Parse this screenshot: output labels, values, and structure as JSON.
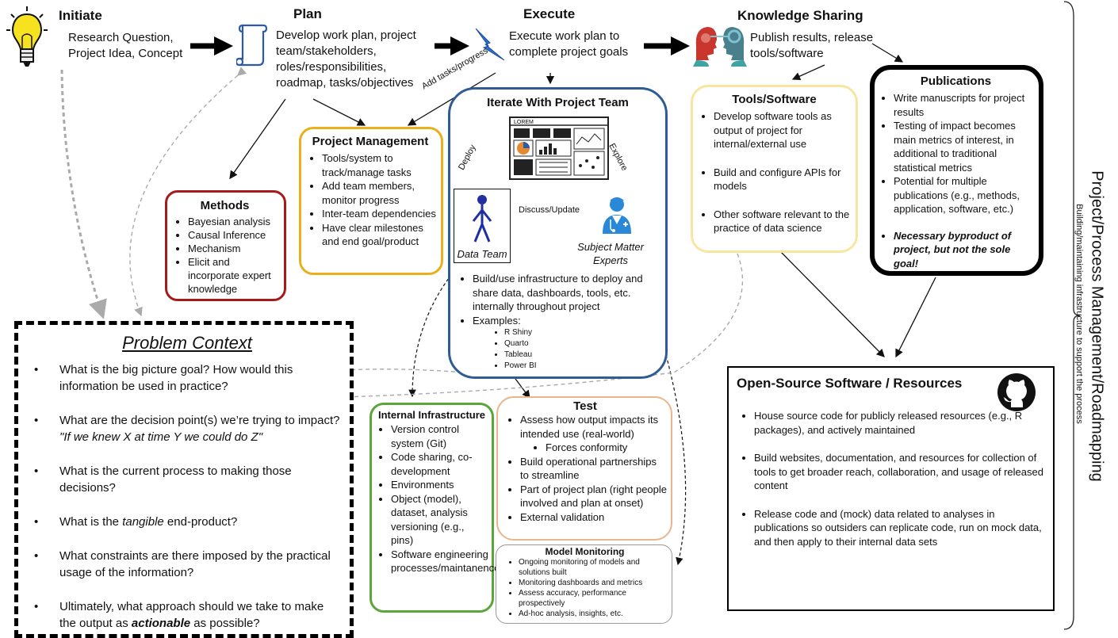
{
  "stages": {
    "initiate": {
      "title": "Initiate",
      "text": "Research Question, Project Idea, Concept"
    },
    "plan": {
      "title": "Plan",
      "text": "Develop work plan, project team/stakeholders, roles/responsibilities, roadmap, tasks/objectives"
    },
    "execute": {
      "title": "Execute",
      "text": "Execute work plan to complete project goals"
    },
    "knowledge": {
      "title": "Knowledge Sharing",
      "text": "Publish results, release tools/software"
    }
  },
  "side": {
    "main": "Project/Process Management/Roadmapping",
    "sub": "Building/maintaining infrastructure to support the process"
  },
  "edge_labels": {
    "add_tasks": "Add tasks/progress",
    "deploy": "Deploy",
    "explore": "Explore",
    "discuss": "Discuss/Update"
  },
  "methods": {
    "title": "Methods",
    "items": [
      "Bayesian analysis",
      "Causal Inference",
      "Mechanism",
      "Elicit and incorporate expert knowledge"
    ]
  },
  "project_management": {
    "title": "Project Management",
    "items": [
      "Tools/system to track/manage tasks",
      "Add team members, monitor progress",
      "Inter-team dependencies",
      "Have clear milestones and end goal/product"
    ]
  },
  "iterate": {
    "title": "Iterate With Project Team",
    "dashboard_label": "LOREM",
    "data_team": "Data Team",
    "sme": "Subject Matter Experts",
    "items": [
      "Build/use infrastructure to deploy and share data, dashboards, tools, etc. internally throughout project",
      "Examples:"
    ],
    "examples": [
      "R Shiny",
      "Quarto",
      "Tableau",
      "Power BI"
    ]
  },
  "tools": {
    "title": "Tools/Software",
    "items": [
      "Develop software tools as output of project for internal/external use",
      "Build and configure APIs for models",
      "Other software relevant to the practice of data science"
    ]
  },
  "publications": {
    "title": "Publications",
    "items": [
      "Write manuscripts for project results",
      "Testing of impact becomes main metrics of interest, in additional to traditional statistical metrics",
      "Potential for multiple publications (e.g., methods, application, software, etc.)"
    ],
    "emphasis": "Necessary byproduct of project, but not the sole goal!"
  },
  "problem": {
    "title": "Problem Context",
    "q1": "What is the big picture goal? How would this information be used in practice?",
    "q2_pre": "What are the decision point(s) we’re trying to impact?",
    "q2_quote": "\"If we knew X at time Y we could do Z\"",
    "q3": "What is the current process to making those decisions?",
    "q4_pre": "What is the",
    "q4_em": "tangible",
    "q4_post": "end-product?",
    "q5": "What constraints are there imposed by the practical usage of the information?",
    "q6_pre": "Ultimately, what approach should we take to make the output as",
    "q6_em": "actionable",
    "q6_post": "as possible?"
  },
  "infra": {
    "title": "Internal Infrastructure",
    "items": [
      "Version control system (Git)",
      "Code sharing, co-development",
      "Environments",
      "Object (model), dataset, analysis versioning (e.g., pins)",
      "Software engineering processes/maintanence"
    ]
  },
  "test": {
    "title": "Test",
    "item1": "Assess how output impacts its intended use (real-world)",
    "sub1": "Forces conformity",
    "items": [
      "Build operational partnerships to streamline",
      "Part of project plan (right people involved and plan at onset)",
      "External validation"
    ]
  },
  "monitoring": {
    "title": "Model Monitoring",
    "items": [
      "Ongoing monitoring of models and solutions built",
      "Monitoring dashboards and metrics",
      "Assess accuracy, performance prospectively",
      "Ad-hoc analysis, insights, etc."
    ]
  },
  "oss": {
    "title": "Open-Source Software / Resources",
    "items": [
      "House source code for publicly released resources (e.g., R packages), and actively maintained",
      "Build websites, documentation, and resources for collection of tools to get broader reach, collaboration, and usage of released content",
      "Release code and (mock) data related to analyses in publications so outsiders can replicate code, run on mock data, and then apply to their internal data sets"
    ]
  }
}
